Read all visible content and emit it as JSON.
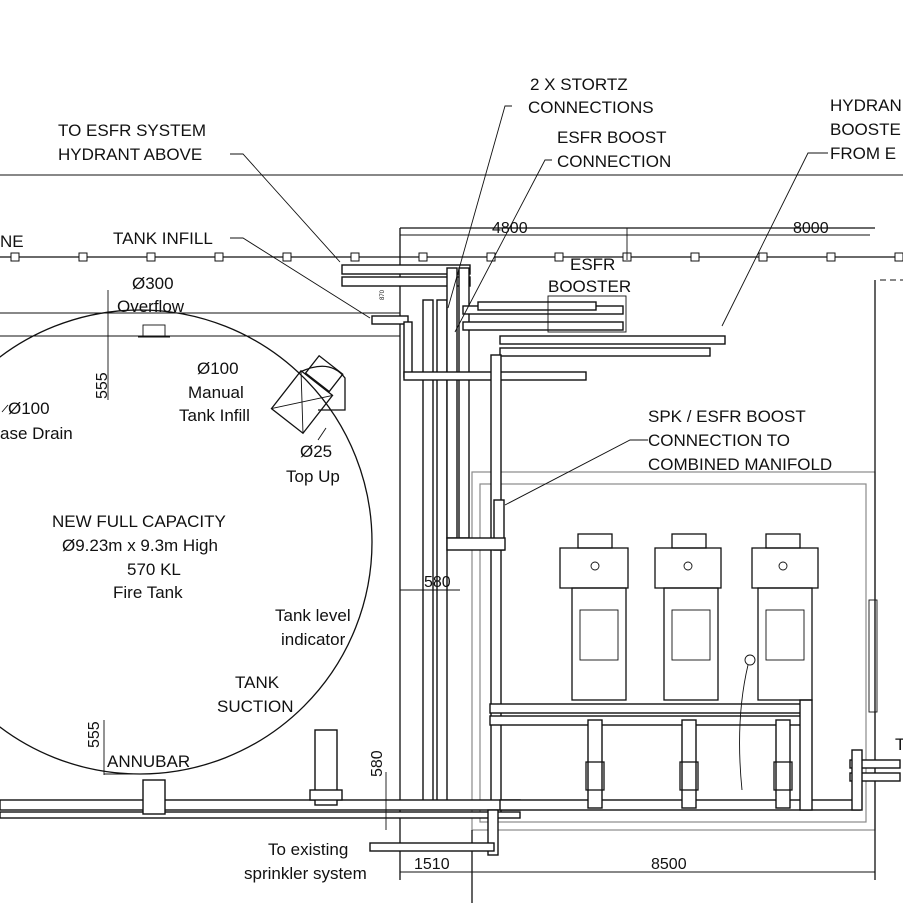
{
  "labels": {
    "stortz": [
      "2 X STORTZ",
      "CONNECTIONS"
    ],
    "esfr_system": [
      "TO ESFR SYSTEM",
      "HYDRANT ABOVE"
    ],
    "esfr_boost_conn": [
      "ESFR BOOST",
      "CONNECTION"
    ],
    "hydrant_booster": [
      "HYDRAN",
      "BOOSTE",
      "FROM E"
    ],
    "ne_partial": "NE",
    "tank_infill": "TANK INFILL",
    "overflow": [
      "Ø300",
      "Overflow"
    ],
    "esfr_booster": [
      "ESFR",
      "BOOSTER"
    ],
    "case_drain": [
      "Ø100",
      "ase Drain"
    ],
    "manual_infill": [
      "Ø100",
      "Manual",
      "Tank Infill"
    ],
    "top_up": [
      "Ø25",
      "Top Up"
    ],
    "spk_esfr": [
      "SPK / ESFR BOOST",
      "CONNECTION TO",
      "COMBINED MANIFOLD"
    ],
    "tank": [
      "NEW FULL CAPACITY",
      "Ø9.23m x 9.3m High",
      "570 KL",
      "Fire Tank"
    ],
    "tank_level": [
      "Tank level",
      "indicator"
    ],
    "tank_suction": [
      "TANK",
      "SUCTION"
    ],
    "annubar": "ANNUBAR",
    "existing": [
      "To existing",
      "sprinkler system"
    ],
    "t_partial": "T"
  },
  "dimensions": {
    "d4800": "4800",
    "d8000": "8000",
    "d555_top": "555",
    "d555_bottom": "555",
    "d580_h": "580",
    "d580_v": "580",
    "d1510": "1510",
    "d8500": "8500",
    "d870": "870"
  }
}
